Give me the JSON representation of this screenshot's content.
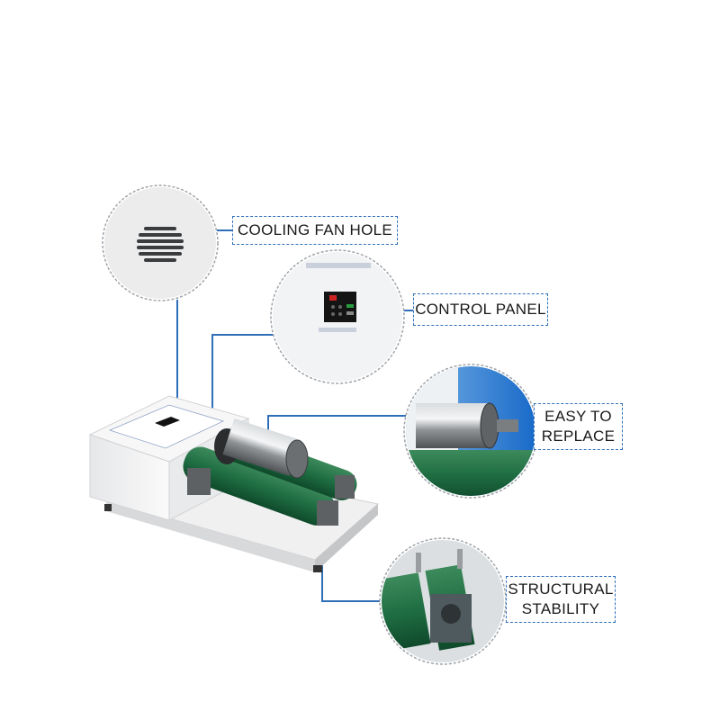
{
  "callouts": {
    "cooling_fan_hole": "COOLING FAN HOLE",
    "control_panel": "CONTROL PANEL",
    "easy_to_replace_line1": "EASY TO",
    "easy_to_replace_line2": "REPLACE",
    "structural_stability_line1": "STRUCTURAL",
    "structural_stability_line2": "STABILITY"
  },
  "colors": {
    "leader_line": "#2f6fb8",
    "machine_body": "#f3f3f3",
    "roller_green": "#1f6e43",
    "jar_steel": "#8a8d90",
    "panel_black": "#151515"
  },
  "icons": [
    "cooling-fan-grille",
    "control-keypad",
    "steel-jar",
    "bearing-block"
  ]
}
